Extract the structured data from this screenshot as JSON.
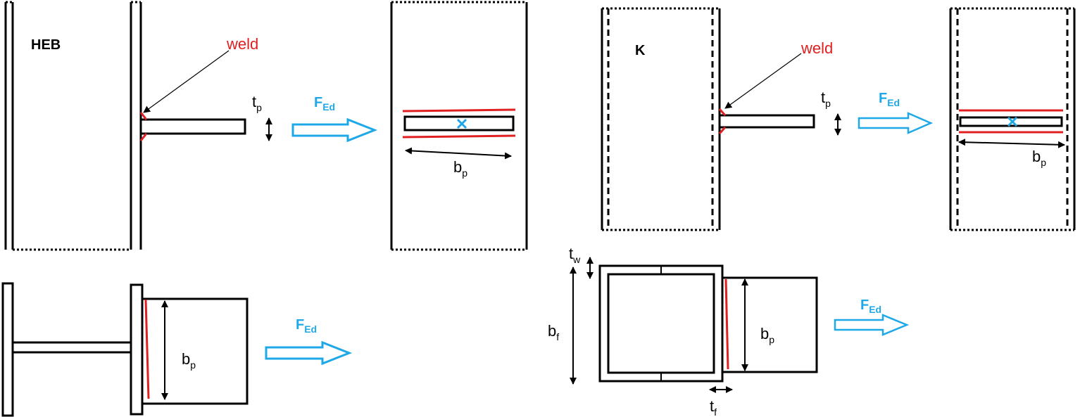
{
  "labels": {
    "heb": "HEB",
    "k": "K",
    "weld": "weld",
    "t": "t",
    "p": "p",
    "b": "b",
    "f": "f",
    "w": "w",
    "F": "F",
    "Ed": "Ed"
  },
  "colors": {
    "weld": "#e02020",
    "force": "#1ea8e8",
    "line": "#000000"
  }
}
